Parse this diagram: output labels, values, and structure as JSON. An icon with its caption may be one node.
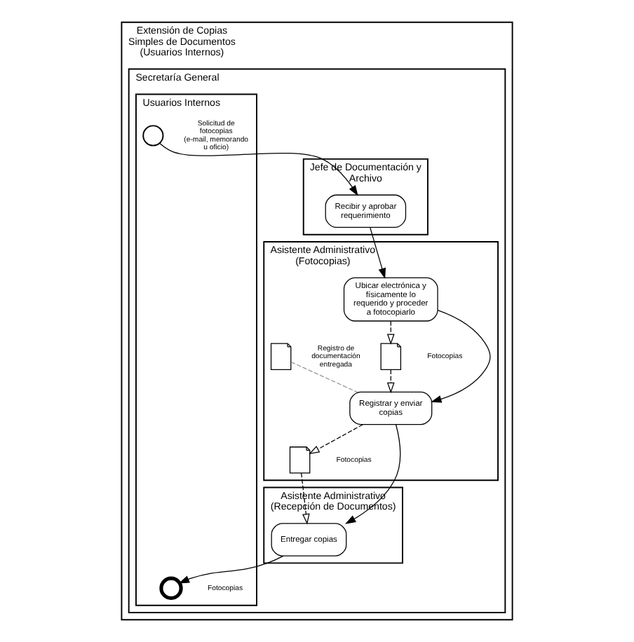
{
  "diagram": {
    "nodes": [
      {
        "text": [
          "Extensión de Copias Simples de Documentos (Usuarios Internos)"
        ]
      },
      {
        "text": [
          "Secretaría General"
        ],
        "in": 0
      },
      {
        "text": [
          "Usuarios Internos"
        ],
        "in": 1
      },
      {
        "text": [
          "Asistente Administrativo (Recepción de Documentos)"
        ],
        "in": 1
      },
      {
        "text": [
          "Jefe de Documentación y Archivo"
        ],
        "in": 1
      },
      {
        "text": [
          "Asistente Administrativo (Fotocopias)"
        ],
        "in": 1
      },
      {
        "text": [],
        "shape": "circle",
        "beside": [
          "Solicitud de fotocopias (e-mail, memorando u oficio)"
        ],
        "in": 2
      },
      {
        "text": [
          "Recibir y aprobar requerimiento"
        ],
        "in": 4
      },
      {
        "text": [
          "Ubicar electrónica y físicamente lo requerido y proceder a fotocopiarlo"
        ],
        "in": 5
      },
      {
        "text": [],
        "shape": "document",
        "beside": [
          "Fotocopias"
        ],
        "in": 5
      },
      {
        "text": [
          "Registrar y enviar copias"
        ],
        "in": 5
      },
      {
        "text": [],
        "shape": "document",
        "beside": [
          "Registro de documentación entregada"
        ],
        "in": 5
      },
      {
        "text": [],
        "shape": "document",
        "beside": [
          "Fotocopias"
        ],
        "in": 5
      },
      {
        "text": [
          "Entregar copias"
        ],
        "in": 3
      },
      {
        "text": [],
        "shape": "circle",
        "beside": [
          "Fotocopias"
        ],
        "in": 2
      }
    ],
    "edges": [
      {
        "from": 6,
        "to": 7,
        "arrow": "to"
      },
      {
        "from": 7,
        "to": 8,
        "arrow": "to"
      },
      {
        "from": 8,
        "to": 9,
        "arrow": "to",
        "style": "dashed"
      },
      {
        "from": 9,
        "to": 10,
        "arrow": "to",
        "style": "dashed"
      },
      {
        "from": 8,
        "to": 10,
        "arrow": "to"
      },
      {
        "from": 10,
        "to": 12,
        "arrow": "to",
        "style": "dashed"
      },
      {
        "from": 11,
        "to": 10,
        "arrow": "none",
        "style": "dashed",
        "color": "#999999"
      },
      {
        "from": 10,
        "to": 13,
        "arrow": "to"
      },
      {
        "from": 12,
        "to": 13,
        "arrow": "to",
        "style": "dashed"
      },
      {
        "from": 13,
        "to": 14,
        "arrow": "to"
      }
    ]
  }
}
